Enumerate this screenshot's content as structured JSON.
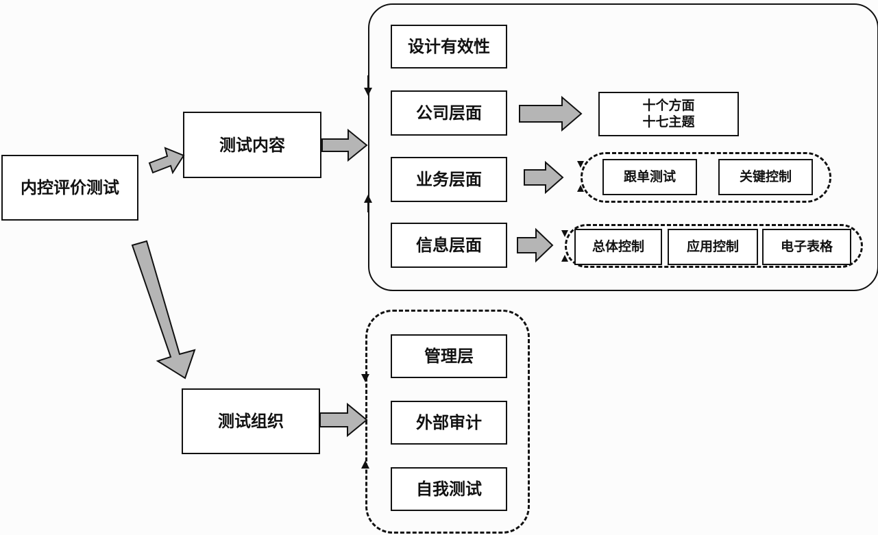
{
  "diagram": {
    "root": {
      "label": "内控评价测试"
    },
    "test_content": {
      "label": "测试内容",
      "design_effectiveness": "设计有效性",
      "company_level": {
        "label": "公司层面",
        "details": [
          "十个方面",
          "十七主题"
        ]
      },
      "business_level": {
        "label": "业务层面",
        "methods": [
          "跟单测试",
          "关键控制"
        ]
      },
      "information_level": {
        "label": "信息层面",
        "methods": [
          "总体控制",
          "应用控制",
          "电子表格"
        ]
      }
    },
    "test_organization": {
      "label": "测试组织",
      "parties": [
        "管理层",
        "外部审计",
        "自我测试"
      ]
    }
  },
  "colors": {
    "line": "#111111",
    "arrow_fill": "#b5b5b5",
    "box_fill": "#ffffff"
  }
}
